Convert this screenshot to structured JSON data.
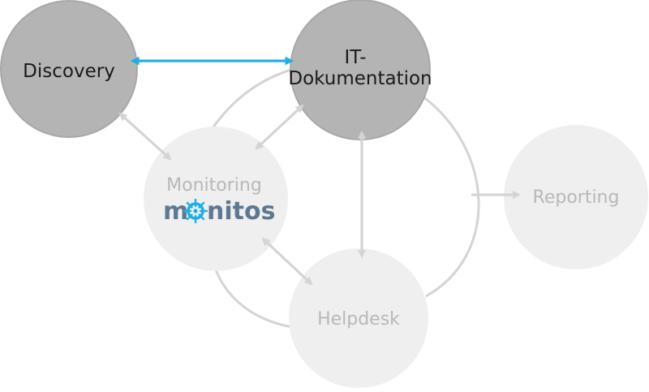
{
  "nodes": {
    "discovery": {
      "label": "Discovery",
      "state": "active"
    },
    "it_dokumentation": {
      "label_line1": "IT-",
      "label_line2": "Dokumentation",
      "state": "active"
    },
    "monitoring": {
      "label": "Monitoring",
      "state": "inactive"
    },
    "helpdesk": {
      "label": "Helpdesk",
      "state": "inactive"
    },
    "reporting": {
      "label": "Reporting",
      "state": "inactive"
    }
  },
  "logo": {
    "text": "monitos",
    "icon": "ship-wheel-icon"
  },
  "edges": [
    {
      "from": "Discovery",
      "to": "IT-Dokumentation",
      "type": "bidirectional",
      "highlight": true
    },
    {
      "from": "Discovery",
      "to": "Monitoring",
      "type": "directed"
    },
    {
      "from": "IT-Dokumentation",
      "to": "Monitoring",
      "type": "directed"
    },
    {
      "from": "IT-Dokumentation",
      "to": "Helpdesk",
      "type": "bidirectional"
    },
    {
      "from": "Monitoring",
      "to": "Helpdesk",
      "type": "bidirectional"
    },
    {
      "from": "IT-Dokumentation",
      "to": "Reporting",
      "type": "directed"
    }
  ],
  "colors": {
    "active_fill": "#b4b4b4",
    "active_stroke": "#a8a8a8",
    "active_text": "#1a1a1a",
    "inactive_fill": "#efefef",
    "inactive_text": "#b8b8b8",
    "connector": "#d4d4d4",
    "highlight_arrow": "#1eaee4",
    "logo_text": "#5f7891",
    "logo_icon": "#1eaee4"
  }
}
